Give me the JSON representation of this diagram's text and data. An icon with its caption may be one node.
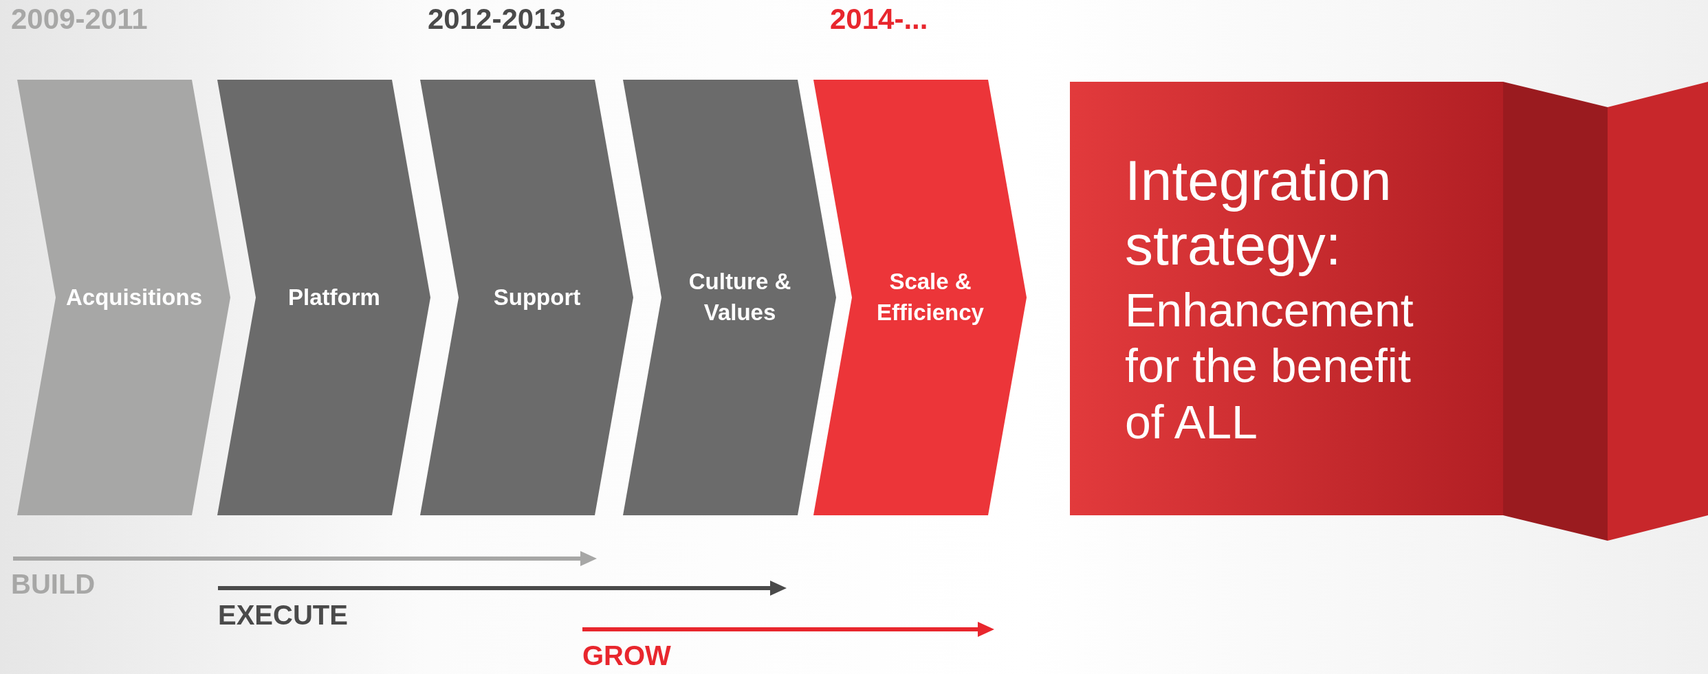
{
  "diagram": {
    "nodes": [
      {
        "text": [
          "Acquisitions"
        ]
      },
      {
        "text": [
          "Platform"
        ]
      },
      {
        "text": [
          "Support"
        ]
      },
      {
        "text": [
          "Culture & Values"
        ]
      },
      {
        "text": [
          "Scale & Efficiency"
        ]
      },
      {
        "text": [
          "Integration strategy:",
          "Enhancement for the benefit of ALL"
        ]
      }
    ],
    "labels": [
      "2009-2011",
      "2012-2013",
      "2014-...",
      "BUILD",
      "EXECUTE",
      "GROW"
    ]
  }
}
